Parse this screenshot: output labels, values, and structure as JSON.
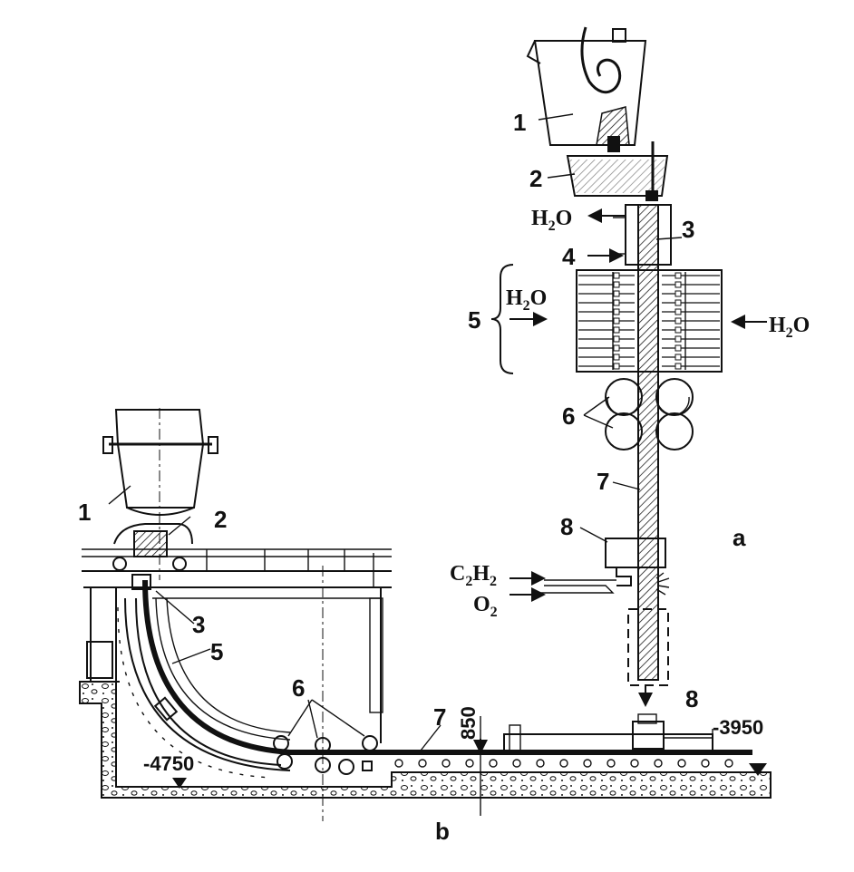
{
  "labels_a": {
    "ladle": "1",
    "tundish": "2",
    "mould": "3",
    "zone4": "4",
    "spray": "5",
    "rolls": "6",
    "strand": "7",
    "cutter": "8",
    "cutter_bottom": "8",
    "panel": "a"
  },
  "labels_b": {
    "ladle": "1",
    "tundish": "2",
    "mould": "3",
    "spray": "5",
    "rolls": "6",
    "strand": "7",
    "panel": "b"
  },
  "chem": {
    "water_top_main": "H",
    "water_top_sub": "2",
    "water_top_end": "O",
    "water_left_main": "H",
    "water_left_sub": "2",
    "water_left_end": "O",
    "water_right_main": "H",
    "water_right_sub": "2",
    "water_right_end": "O",
    "acet_c": "C",
    "acet_c_sub": "2",
    "acet_h": "H",
    "acet_h_sub": "2",
    "oxy_main": "O",
    "oxy_sub": "2"
  },
  "dims": {
    "level_left": "-4750",
    "level_right": "-3950",
    "gap": "850"
  }
}
